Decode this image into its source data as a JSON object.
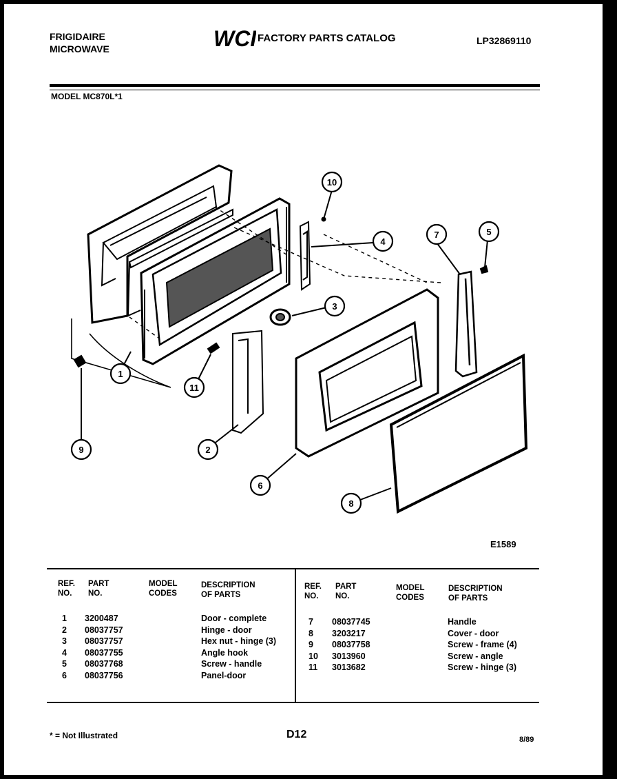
{
  "header": {
    "brand_line1": "FRIGIDAIRE",
    "brand_line2": "MICROWAVE",
    "logo_text": "WCI",
    "catalog_title": "FACTORY PARTS CATALOG",
    "catalog_number": "LP32869110",
    "model_line": "MODEL MC870L*1"
  },
  "diagram": {
    "code": "E1589",
    "callouts": [
      "1",
      "2",
      "3",
      "4",
      "5",
      "6",
      "7",
      "8",
      "9",
      "10",
      "11"
    ]
  },
  "table": {
    "headers": {
      "ref": "REF.\nNO.",
      "part": "PART\nNO.",
      "model": "MODEL\nCODES",
      "desc": "DESCRIPTION\nOF PARTS"
    },
    "left_rows": [
      {
        "ref": "1",
        "part": "3200487",
        "model": "",
        "desc": "Door - complete"
      },
      {
        "ref": "2",
        "part": "08037757",
        "model": "",
        "desc": "Hinge - door"
      },
      {
        "ref": "3",
        "part": "08037757",
        "model": "",
        "desc": "Hex nut - hinge (3)"
      },
      {
        "ref": "4",
        "part": "08037755",
        "model": "",
        "desc": "Angle hook"
      },
      {
        "ref": "5",
        "part": "08037768",
        "model": "",
        "desc": "Screw - handle"
      },
      {
        "ref": "6",
        "part": "08037756",
        "model": "",
        "desc": "Panel-door"
      }
    ],
    "right_rows": [
      {
        "ref": "7",
        "part": "08037745",
        "model": "",
        "desc": "Handle"
      },
      {
        "ref": "8",
        "part": "3203217",
        "model": "",
        "desc": "Cover - door"
      },
      {
        "ref": "9",
        "part": "08037758",
        "model": "",
        "desc": "Screw - frame (4)"
      },
      {
        "ref": "10",
        "part": "3013960",
        "model": "",
        "desc": "Screw - angle"
      },
      {
        "ref": "11",
        "part": "3013682",
        "model": "",
        "desc": "Screw - hinge (3)"
      }
    ]
  },
  "footer": {
    "note": "* = Not Illustrated",
    "page": "D12",
    "date": "8/89"
  }
}
